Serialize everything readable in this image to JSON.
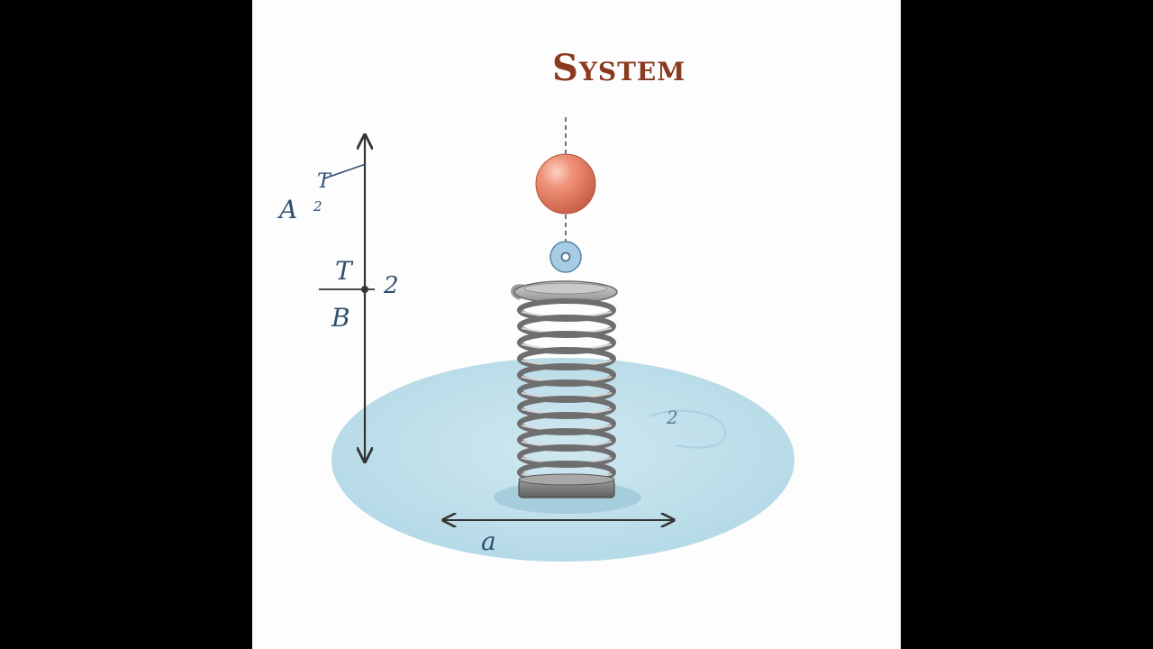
{
  "diagram": {
    "title": "System",
    "axis_labels": {
      "top_left": "A",
      "top_left_sub": "2",
      "top_right_mark": "T",
      "mid_upper": "T",
      "mid_lower": "B",
      "mid_right": "2",
      "floor_right": "2",
      "bottom": "a"
    }
  },
  "colors": {
    "title": "#8a3a1e",
    "label": "#2f4f6f",
    "ball": "#e8826a",
    "ring": "#9cc4de",
    "floor": "#bfe0ec",
    "spring": "#7d7d7d"
  },
  "icons": [
    "vertical-axis-arrow",
    "ball",
    "ring",
    "coil-spring",
    "floor-disc",
    "horizontal-arrow"
  ]
}
